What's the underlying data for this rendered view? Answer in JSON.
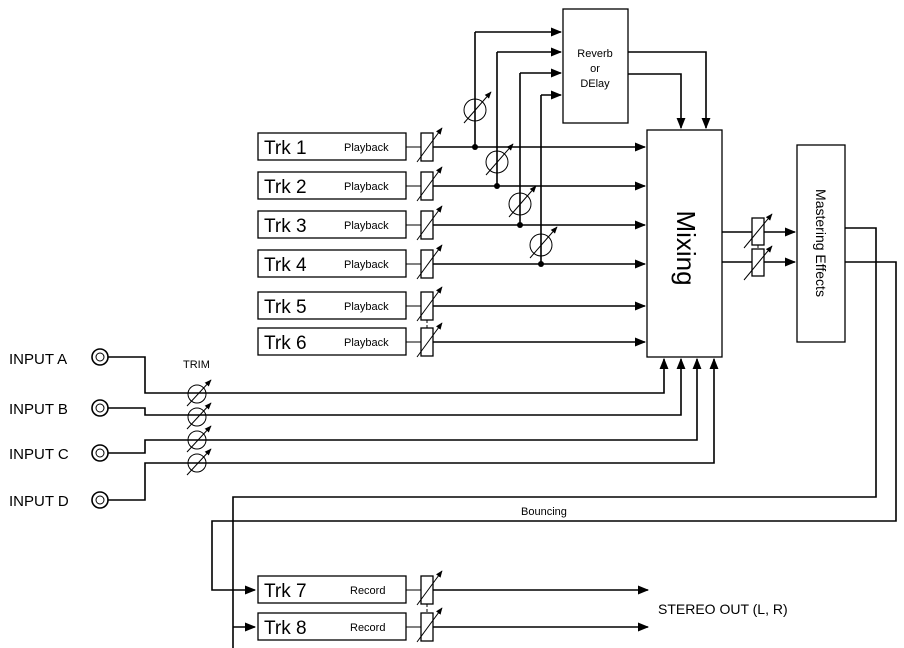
{
  "tracks": [
    {
      "name": "Trk 1",
      "mode": "Playback"
    },
    {
      "name": "Trk 2",
      "mode": "Playback"
    },
    {
      "name": "Trk 3",
      "mode": "Playback"
    },
    {
      "name": "Trk 4",
      "mode": "Playback"
    },
    {
      "name": "Trk 5",
      "mode": "Playback"
    },
    {
      "name": "Trk 6",
      "mode": "Playback"
    },
    {
      "name": "Trk 7",
      "mode": "Record"
    },
    {
      "name": "Trk 8",
      "mode": "Record"
    }
  ],
  "inputs": [
    "INPUT A",
    "INPUT B",
    "INPUT C",
    "INPUT D"
  ],
  "labels": {
    "trim": "TRIM",
    "reverb_line1": "Reverb",
    "reverb_line2": "or",
    "reverb_line3": "DElay",
    "mixing": "Mixing",
    "mastering": "Mastering Effects",
    "bouncing": "Bouncing",
    "stereo_out": "STEREO OUT (L, R)"
  }
}
